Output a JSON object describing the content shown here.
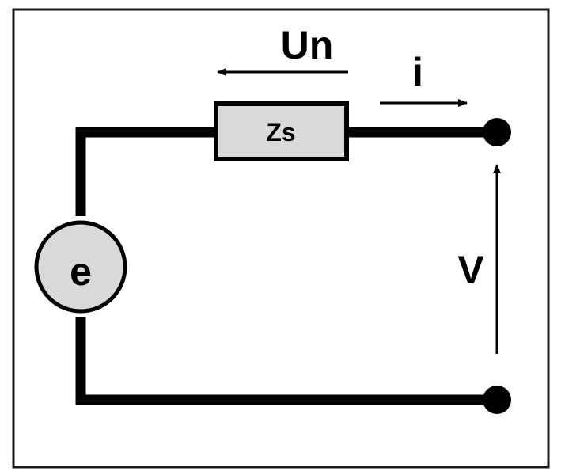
{
  "diagram": {
    "labels": {
      "source": "e",
      "impedance": "Zs",
      "drop_voltage": "Un",
      "current": "i",
      "terminal_voltage": "V"
    },
    "colors": {
      "frame": "#1a1a1a",
      "wire": "#000000",
      "component_fill": "#d9d9d9",
      "background": "#ffffff"
    }
  }
}
